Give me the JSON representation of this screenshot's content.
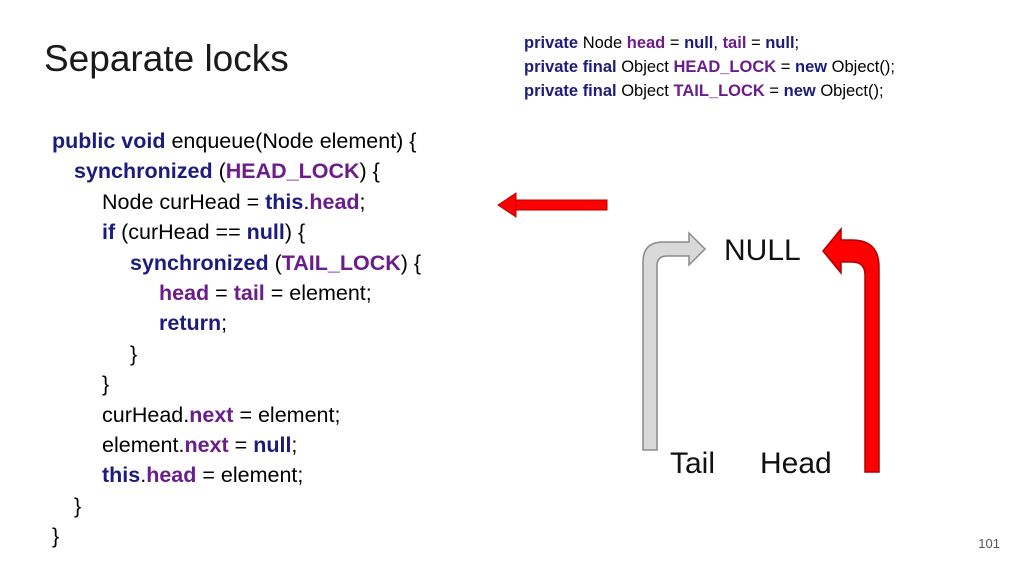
{
  "slide": {
    "title": "Separate locks",
    "page_number": "101"
  },
  "declarations": [
    [
      {
        "t": "private",
        "c": "kw"
      },
      {
        "t": " Node ",
        "c": ""
      },
      {
        "t": "head",
        "c": "fld"
      },
      {
        "t": " = ",
        "c": ""
      },
      {
        "t": "null",
        "c": "kw"
      },
      {
        "t": ", ",
        "c": ""
      },
      {
        "t": "tail",
        "c": "fld"
      },
      {
        "t": " = ",
        "c": ""
      },
      {
        "t": "null",
        "c": "kw"
      },
      {
        "t": ";",
        "c": ""
      }
    ],
    [
      {
        "t": "private final",
        "c": "kw"
      },
      {
        "t": " Object ",
        "c": ""
      },
      {
        "t": "HEAD_LOCK",
        "c": "fld"
      },
      {
        "t": " = ",
        "c": ""
      },
      {
        "t": "new",
        "c": "kw"
      },
      {
        "t": " Object();",
        "c": ""
      }
    ],
    [
      {
        "t": "private final",
        "c": "kw"
      },
      {
        "t": " Object ",
        "c": ""
      },
      {
        "t": "TAIL_LOCK",
        "c": "fld"
      },
      {
        "t": " = ",
        "c": ""
      },
      {
        "t": "new",
        "c": "kw"
      },
      {
        "t": " Object();",
        "c": ""
      }
    ]
  ],
  "code_lines": [
    {
      "indent": 0,
      "tokens": [
        {
          "t": "public void",
          "c": "kw"
        },
        {
          "t": " enqueue(Node element) {",
          "c": ""
        }
      ]
    },
    {
      "indent": 1,
      "tokens": [
        {
          "t": "synchronized",
          "c": "kw"
        },
        {
          "t": " (",
          "c": ""
        },
        {
          "t": "HEAD_LOCK",
          "c": "fld"
        },
        {
          "t": ") {",
          "c": ""
        }
      ]
    },
    {
      "indent": 2,
      "tokens": [
        {
          "t": "Node curHead = ",
          "c": ""
        },
        {
          "t": "this",
          "c": "kw"
        },
        {
          "t": ".",
          "c": ""
        },
        {
          "t": "head",
          "c": "fld"
        },
        {
          "t": ";",
          "c": ""
        }
      ]
    },
    {
      "indent": 2,
      "tokens": [
        {
          "t": "if",
          "c": "kw"
        },
        {
          "t": " (curHead == ",
          "c": ""
        },
        {
          "t": "null",
          "c": "kw"
        },
        {
          "t": ") {",
          "c": ""
        }
      ]
    },
    {
      "indent": 3,
      "tokens": [
        {
          "t": "synchronized",
          "c": "kw"
        },
        {
          "t": " (",
          "c": ""
        },
        {
          "t": "TAIL_LOCK",
          "c": "fld"
        },
        {
          "t": ") {",
          "c": ""
        }
      ]
    },
    {
      "indent": 4,
      "tokens": [
        {
          "t": "head",
          "c": "fld"
        },
        {
          "t": " = ",
          "c": ""
        },
        {
          "t": "tail",
          "c": "fld"
        },
        {
          "t": " = element;",
          "c": ""
        }
      ]
    },
    {
      "indent": 4,
      "tokens": [
        {
          "t": "return",
          "c": "kw"
        },
        {
          "t": ";",
          "c": ""
        }
      ]
    },
    {
      "indent": 3,
      "tokens": [
        {
          "t": "}",
          "c": ""
        }
      ]
    },
    {
      "indent": 2,
      "tokens": [
        {
          "t": "}",
          "c": ""
        }
      ]
    },
    {
      "indent": 2,
      "tokens": [
        {
          "t": "curHead.",
          "c": ""
        },
        {
          "t": "next",
          "c": "fld"
        },
        {
          "t": " = element;",
          "c": ""
        }
      ]
    },
    {
      "indent": 2,
      "tokens": [
        {
          "t": "element.",
          "c": ""
        },
        {
          "t": "next",
          "c": "fld"
        },
        {
          "t": " = ",
          "c": ""
        },
        {
          "t": "null",
          "c": "kw"
        },
        {
          "t": ";",
          "c": ""
        }
      ]
    },
    {
      "indent": 2,
      "tokens": [
        {
          "t": "this",
          "c": "kw"
        },
        {
          "t": ".",
          "c": ""
        },
        {
          "t": "head",
          "c": "fld"
        },
        {
          "t": " = element;",
          "c": ""
        }
      ]
    },
    {
      "indent": 1,
      "tokens": [
        {
          "t": "}",
          "c": ""
        }
      ]
    },
    {
      "indent": 0,
      "tokens": [
        {
          "t": "}",
          "c": ""
        }
      ]
    }
  ],
  "diagram": {
    "null_label": "NULL",
    "tail_label": "Tail",
    "head_label": "Head"
  },
  "colors": {
    "pointer_arrow": "#ff0000",
    "tail_arrow_fill": "#d9d9d9",
    "head_arrow_fill": "#ff0000",
    "keyword": "#1c1c7c",
    "field": "#6b1d8a"
  }
}
